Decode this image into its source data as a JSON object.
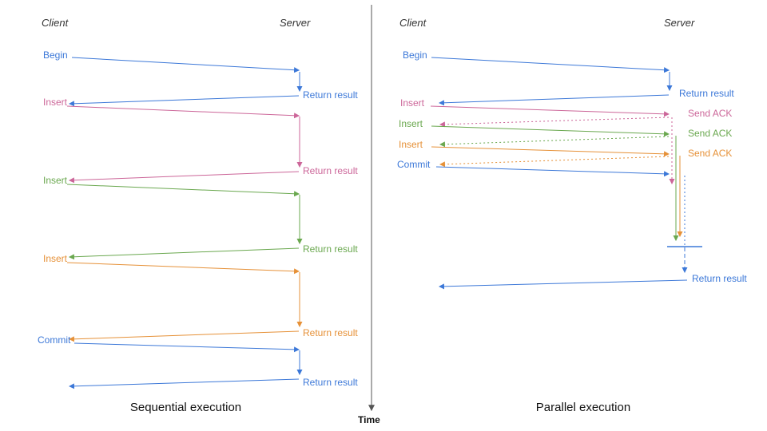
{
  "colors": {
    "blue": "#3c78d8",
    "pink": "#cc6699",
    "green": "#6aa84f",
    "orange": "#e69138",
    "axis": "#555555",
    "header_text": "#333333",
    "caption_text": "#111111"
  },
  "time_axis": {
    "label": "Time"
  },
  "sequential": {
    "client_header": "Client",
    "server_header": "Server",
    "caption": "Sequential execution",
    "labels": {
      "begin": "Begin",
      "insert_pink": "Insert",
      "insert_green": "Insert",
      "insert_orange": "Insert",
      "commit": "Commit",
      "return_begin": "Return result",
      "return_pink": "Return result",
      "return_green": "Return result",
      "return_orange": "Return result",
      "return_commit": "Return result"
    }
  },
  "parallel": {
    "client_header": "Client",
    "server_header": "Server",
    "caption": "Parallel execution",
    "labels": {
      "begin": "Begin",
      "return_begin": "Return result",
      "insert_pink": "Insert",
      "insert_green": "Insert",
      "insert_orange": "Insert",
      "commit": "Commit",
      "ack_pink": "Send ACK",
      "ack_green": "Send ACK",
      "ack_orange": "Send ACK",
      "return_commit": "Return result"
    }
  }
}
